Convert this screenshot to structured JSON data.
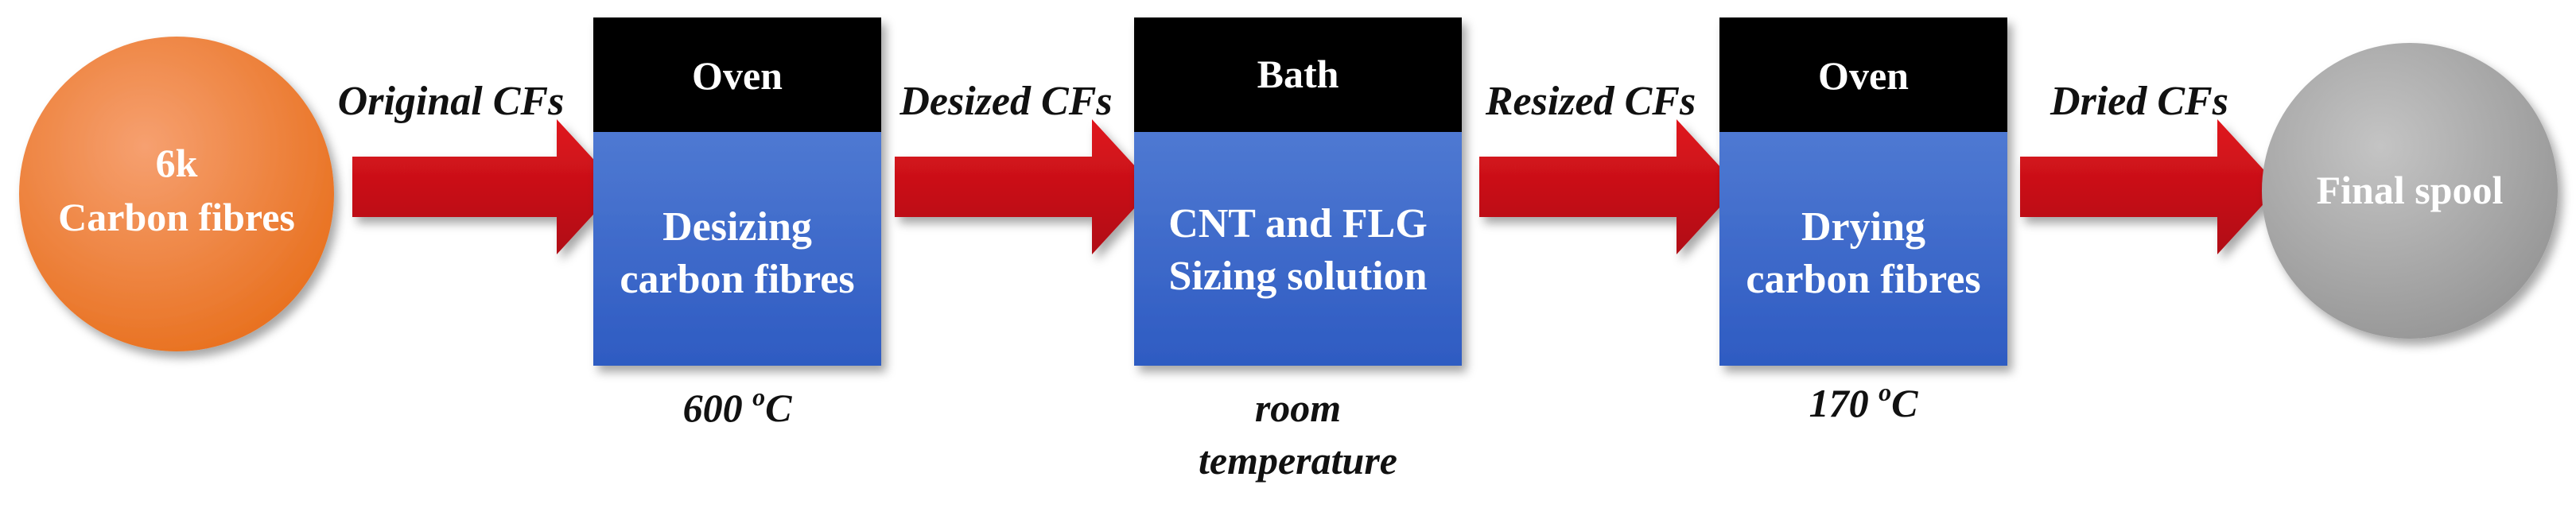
{
  "colors": {
    "source_node": "#F07A2C",
    "final_node": "#A8A8A8",
    "box_body": "#3F6FD0",
    "box_header": "#000000",
    "arrow": "#C8101A"
  },
  "source": {
    "line1": "6k",
    "line2": "Carbon fibres"
  },
  "final": {
    "label": "Final spool"
  },
  "arrows": [
    {
      "label": "Original CFs"
    },
    {
      "label": "Desized CFs"
    },
    {
      "label": "Resized CFs"
    },
    {
      "label": "Dried CFs"
    }
  ],
  "steps": [
    {
      "header": "Oven",
      "line1": "Desizing",
      "line2": "carbon fibres",
      "cond_value": "600 ",
      "cond_sup": "o",
      "cond_unit": "C",
      "cond_line2": ""
    },
    {
      "header": "Bath",
      "line1": "CNT and FLG",
      "line2": "Sizing solution",
      "cond_value": "room",
      "cond_sup": "",
      "cond_unit": "",
      "cond_line2": "temperature"
    },
    {
      "header": "Oven",
      "line1": "Drying",
      "line2": "carbon fibres",
      "cond_value": "170 ",
      "cond_sup": "o",
      "cond_unit": "C",
      "cond_line2": ""
    }
  ]
}
